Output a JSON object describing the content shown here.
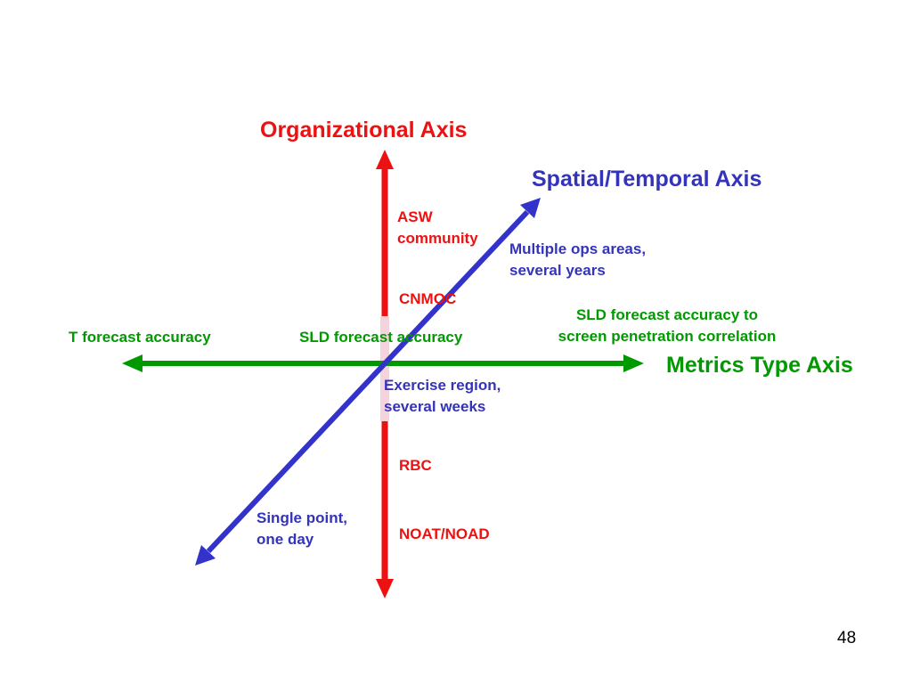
{
  "axes": {
    "organizational": {
      "title": "Organizational Axis",
      "color": "#ee1111",
      "levels": [
        "ASW community",
        "CNMOC",
        "RBC",
        "NOAT/NOAD"
      ]
    },
    "spatial_temporal": {
      "title": "Spatial/Temporal Axis",
      "color": "#3333cc",
      "levels": [
        "Multiple ops areas, several years",
        "Exercise region, several weeks",
        "Single point, one day"
      ]
    },
    "metrics_type": {
      "title": "Metrics Type Axis",
      "color": "#009900",
      "levels": [
        "T forecast accuracy",
        "SLD forecast accuracy",
        "SLD forecast accuracy to screen penetration correlation"
      ]
    }
  },
  "labels": {
    "asw_line1": "ASW",
    "asw_line2": "community",
    "cnmoc": "CNMOC",
    "rbc": "RBC",
    "noat": "NOAT/NOAD",
    "multi_line1": "Multiple ops areas,",
    "multi_line2": "several years",
    "exercise_line1": "Exercise region,",
    "exercise_line2": "several weeks",
    "single_line1": "Single point,",
    "single_line2": "one day",
    "t_forecast": "T forecast accuracy",
    "sld_forecast": "SLD forecast accuracy",
    "sld_corr_line1": "SLD forecast accuracy to",
    "sld_corr_line2": "screen penetration correlation"
  },
  "page_number": "48"
}
